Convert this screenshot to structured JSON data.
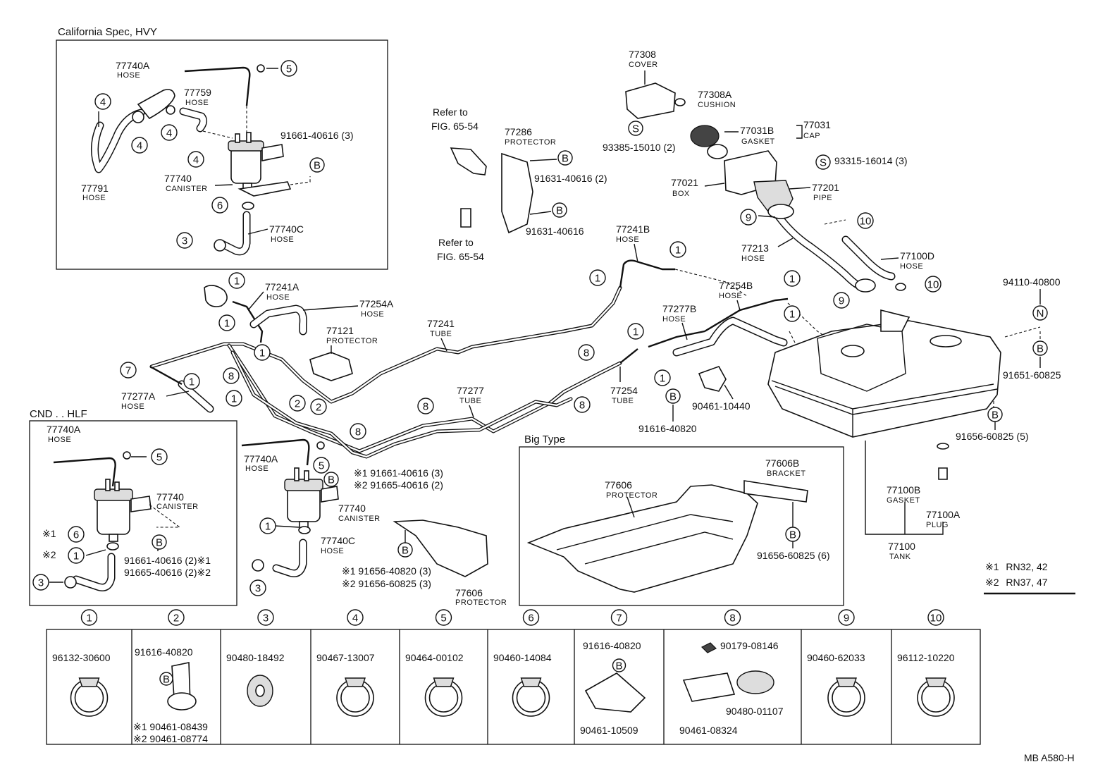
{
  "insets": {
    "california": {
      "title": "California Spec, HVY"
    },
    "cnd": {
      "title": "CND . . HLF"
    },
    "big_type": {
      "title": "Big Type"
    }
  },
  "callouts": {
    "cal_hose_a": {
      "part": "77740A",
      "name": "HOSE"
    },
    "cal_hose_759": {
      "part": "77759",
      "name": "HOSE"
    },
    "cal_bolt": {
      "part": "91661-40616 (3)",
      "name": ""
    },
    "cal_canister": {
      "part": "77740",
      "name": "CANISTER"
    },
    "cal_hose_791": {
      "part": "77791",
      "name": "HOSE"
    },
    "cal_hose_c": {
      "part": "77740C",
      "name": "HOSE"
    },
    "refer_1": {
      "part": "Refer to",
      "name": "FIG. 65-54"
    },
    "refer_2": {
      "part": "Refer to",
      "name": "FIG. 65-54"
    },
    "protector_286": {
      "part": "77286",
      "name": "PROTECTOR"
    },
    "bolt_631_2": {
      "part": "91631-40616 (2)",
      "name": ""
    },
    "bolt_631": {
      "part": "91631-40616",
      "name": ""
    },
    "cover": {
      "part": "77308",
      "name": "COVER"
    },
    "cushion": {
      "part": "77308A",
      "name": "CUSHION"
    },
    "screw_385": {
      "part": "93385-15010 (2)",
      "name": ""
    },
    "gasket_031b": {
      "part": "77031B",
      "name": "GASKET"
    },
    "cap": {
      "part": "77031",
      "name": "CAP"
    },
    "screw_315": {
      "part": "93315-16014 (3)",
      "name": ""
    },
    "box": {
      "part": "77021",
      "name": "BOX"
    },
    "pipe": {
      "part": "77201",
      "name": "PIPE"
    },
    "hose_213": {
      "part": "77213",
      "name": "HOSE"
    },
    "hose_100d": {
      "part": "77100D",
      "name": "HOSE"
    },
    "hose_241b": {
      "part": "77241B",
      "name": "HOSE"
    },
    "hose_241a": {
      "part": "77241A",
      "name": "HOSE"
    },
    "hose_254a": {
      "part": "77254A",
      "name": "HOSE"
    },
    "protector_121": {
      "part": "77121",
      "name": "PROTECTOR"
    },
    "tube_241": {
      "part": "77241",
      "name": "TUBE"
    },
    "hose_254b": {
      "part": "77254B",
      "name": "HOSE"
    },
    "hose_277b": {
      "part": "77277B",
      "name": "HOSE"
    },
    "nut_110": {
      "part": "94110-40800",
      "name": ""
    },
    "bolt_651": {
      "part": "91651-60825",
      "name": ""
    },
    "hose_277a": {
      "part": "77277A",
      "name": "HOSE"
    },
    "tube_277": {
      "part": "77277",
      "name": "TUBE"
    },
    "tube_254": {
      "part": "77254",
      "name": "TUBE"
    },
    "clamp_440": {
      "part": "90461-10440",
      "name": ""
    },
    "bolt_616_820": {
      "part": "91616-40820",
      "name": ""
    },
    "bolt_656_5": {
      "part": "91656-60825 (5)",
      "name": ""
    },
    "cnd_hose_a": {
      "part": "77740A",
      "name": "HOSE"
    },
    "cnd_canister": {
      "part": "77740",
      "name": "CANISTER"
    },
    "cnd_bolt_1": {
      "part": "91661-40616 (2)※1",
      "name": ""
    },
    "cnd_bolt_2": {
      "part": "91665-40616 (2)※2",
      "name": ""
    },
    "mid_hose_a": {
      "part": "77740A",
      "name": "HOSE"
    },
    "mid_bolt_1": {
      "part": "※1 91661-40616 (3)",
      "name": ""
    },
    "mid_bolt_2": {
      "part": "※2 91665-40616 (2)",
      "name": ""
    },
    "mid_canister": {
      "part": "77740",
      "name": "CANISTER"
    },
    "mid_hose_c": {
      "part": "77740C",
      "name": "HOSE"
    },
    "bolt_656_820": {
      "part": "※1 91656-40820 (3)",
      "name": ""
    },
    "bolt_656_825": {
      "part": "※2 91656-60825 (3)",
      "name": ""
    },
    "protector_606_small": {
      "part": "77606",
      "name": "PROTECTOR"
    },
    "bracket_606b": {
      "part": "77606B",
      "name": "BRACKET"
    },
    "protector_606": {
      "part": "77606",
      "name": "PROTECTOR"
    },
    "bolt_656_6": {
      "part": "91656-60825 (6)",
      "name": ""
    },
    "gasket_100b": {
      "part": "77100B",
      "name": "GASKET"
    },
    "plug_100a": {
      "part": "77100A",
      "name": "PLUG"
    },
    "tank": {
      "part": "77100",
      "name": "TANK"
    }
  },
  "model_notes": [
    {
      "mark": "※1",
      "text": "RN32, 42"
    },
    {
      "mark": "※2",
      "text": "RN37, 47"
    }
  ],
  "hardware": [
    {
      "no": "1",
      "parts": [
        "96132-30600"
      ]
    },
    {
      "no": "2",
      "parts": [
        "91616-40820",
        "※1 90461-08439",
        "※2 90461-08774"
      ]
    },
    {
      "no": "3",
      "parts": [
        "90480-18492"
      ]
    },
    {
      "no": "4",
      "parts": [
        "90467-13007"
      ]
    },
    {
      "no": "5",
      "parts": [
        "90464-00102"
      ]
    },
    {
      "no": "6",
      "parts": [
        "90460-14084"
      ]
    },
    {
      "no": "7",
      "parts": [
        "91616-40820",
        "90461-10509"
      ]
    },
    {
      "no": "8",
      "parts": [
        "90179-08146",
        "90480-01107",
        "90461-08324"
      ]
    },
    {
      "no": "9",
      "parts": [
        "90460-62033"
      ]
    },
    {
      "no": "10",
      "parts": [
        "96112-10220"
      ]
    }
  ],
  "marks": {
    "b": "B",
    "s": "S",
    "n": "N",
    "note1": "※1",
    "note2": "※2"
  },
  "circled": [
    "1",
    "2",
    "3",
    "4",
    "5",
    "6",
    "7",
    "8",
    "9",
    "10"
  ],
  "footer_code": "MB   A580-H"
}
